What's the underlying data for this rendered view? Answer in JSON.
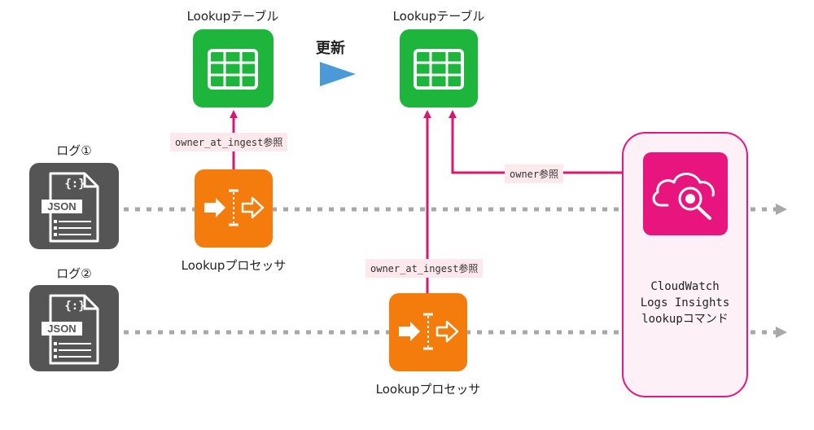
{
  "lookup_table_left": {
    "title": "Lookupテーブル",
    "icon": "table-icon"
  },
  "lookup_table_right": {
    "title": "Lookupテーブル",
    "icon": "table-icon"
  },
  "update": {
    "label": "更新",
    "icon": "triangle-arrow-icon"
  },
  "logs": [
    {
      "label": "ログ①",
      "file_tag": "JSON",
      "icon": "json-file-icon"
    },
    {
      "label": "ログ②",
      "file_tag": "JSON",
      "icon": "json-file-icon"
    }
  ],
  "processors": [
    {
      "label": "Lookupプロセッサ",
      "ref": "owner_at_ingest参照",
      "icon": "lookup-processor-icon"
    },
    {
      "label": "Lookupプロセッサ",
      "ref": "owner_at_ingest参照",
      "icon": "lookup-processor-icon"
    }
  ],
  "cloudwatch": {
    "icon": "cloudwatch-logs-insights-icon",
    "ref": "owner参照",
    "line1": "CloudWatch",
    "line2": "Logs Insights",
    "line3": "lookupコマンド"
  },
  "colors": {
    "table_green": "#1db53c",
    "processor_orange": "#f47c0c",
    "insights_pink": "#e8157e",
    "connector_pink": "#d8186f",
    "arrow_blue": "#4a9ad8",
    "dotted_gray": "#a8a8a8",
    "log_dark": "#555555",
    "label_bg": "#fde8ee"
  }
}
